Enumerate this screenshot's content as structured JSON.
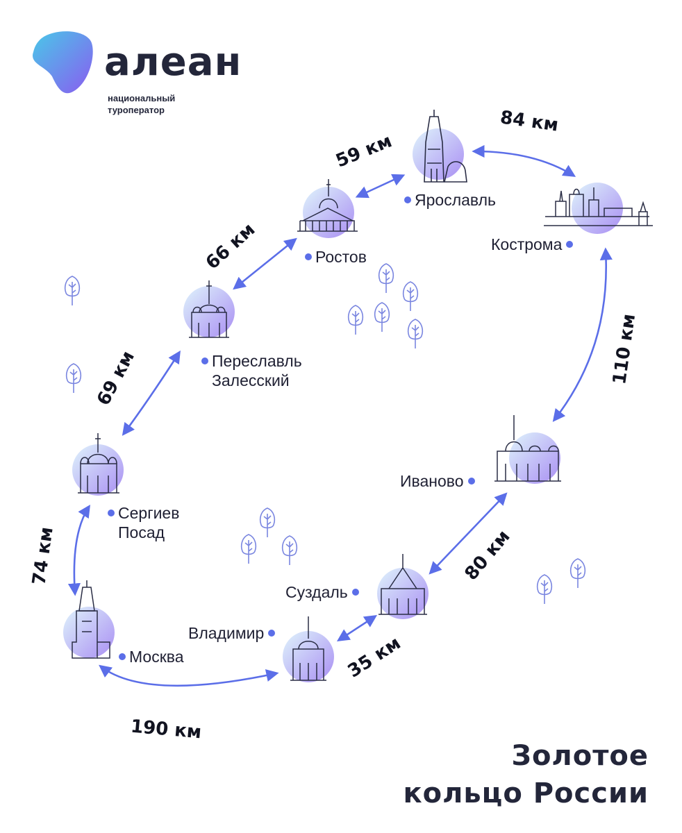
{
  "brand": {
    "name": "алеан",
    "tagline_line1": "национальный",
    "tagline_line2": "туроператор",
    "colors": {
      "logo_start": "#7b5cf0",
      "logo_end": "#49c8e8",
      "route": "#5b6ee8",
      "text": "#23263a"
    }
  },
  "title": {
    "line1": "Золотое",
    "line2": "кольцо России"
  },
  "cities": {
    "yaroslavl": "Ярославль",
    "kostroma": "Кострома",
    "rostov": "Ростов",
    "pereslavl_line1": "Переславль",
    "pereslavl_line2": "Залесский",
    "sergiev_line1": "Сергиев",
    "sergiev_line2": "Посад",
    "moskva": "Москва",
    "vladimir": "Владимир",
    "suzdal": "Суздаль",
    "ivanovo": "Иваново"
  },
  "distances": {
    "yaroslavl_kostroma": "84 км",
    "rostov_yaroslavl": "59 км",
    "pereslavl_rostov": "66 км",
    "sergiev_pereslavl": "69 км",
    "moskva_sergiev": "74 км",
    "moskva_vladimir": "190 км",
    "vladimir_suzdal": "35 км",
    "suzdal_ivanovo": "80 км",
    "ivanovo_kostroma": "110 км"
  },
  "icons": [
    "logo-blob-icon",
    "landmark-icon",
    "tree-icon",
    "double-arrow-icon"
  ]
}
